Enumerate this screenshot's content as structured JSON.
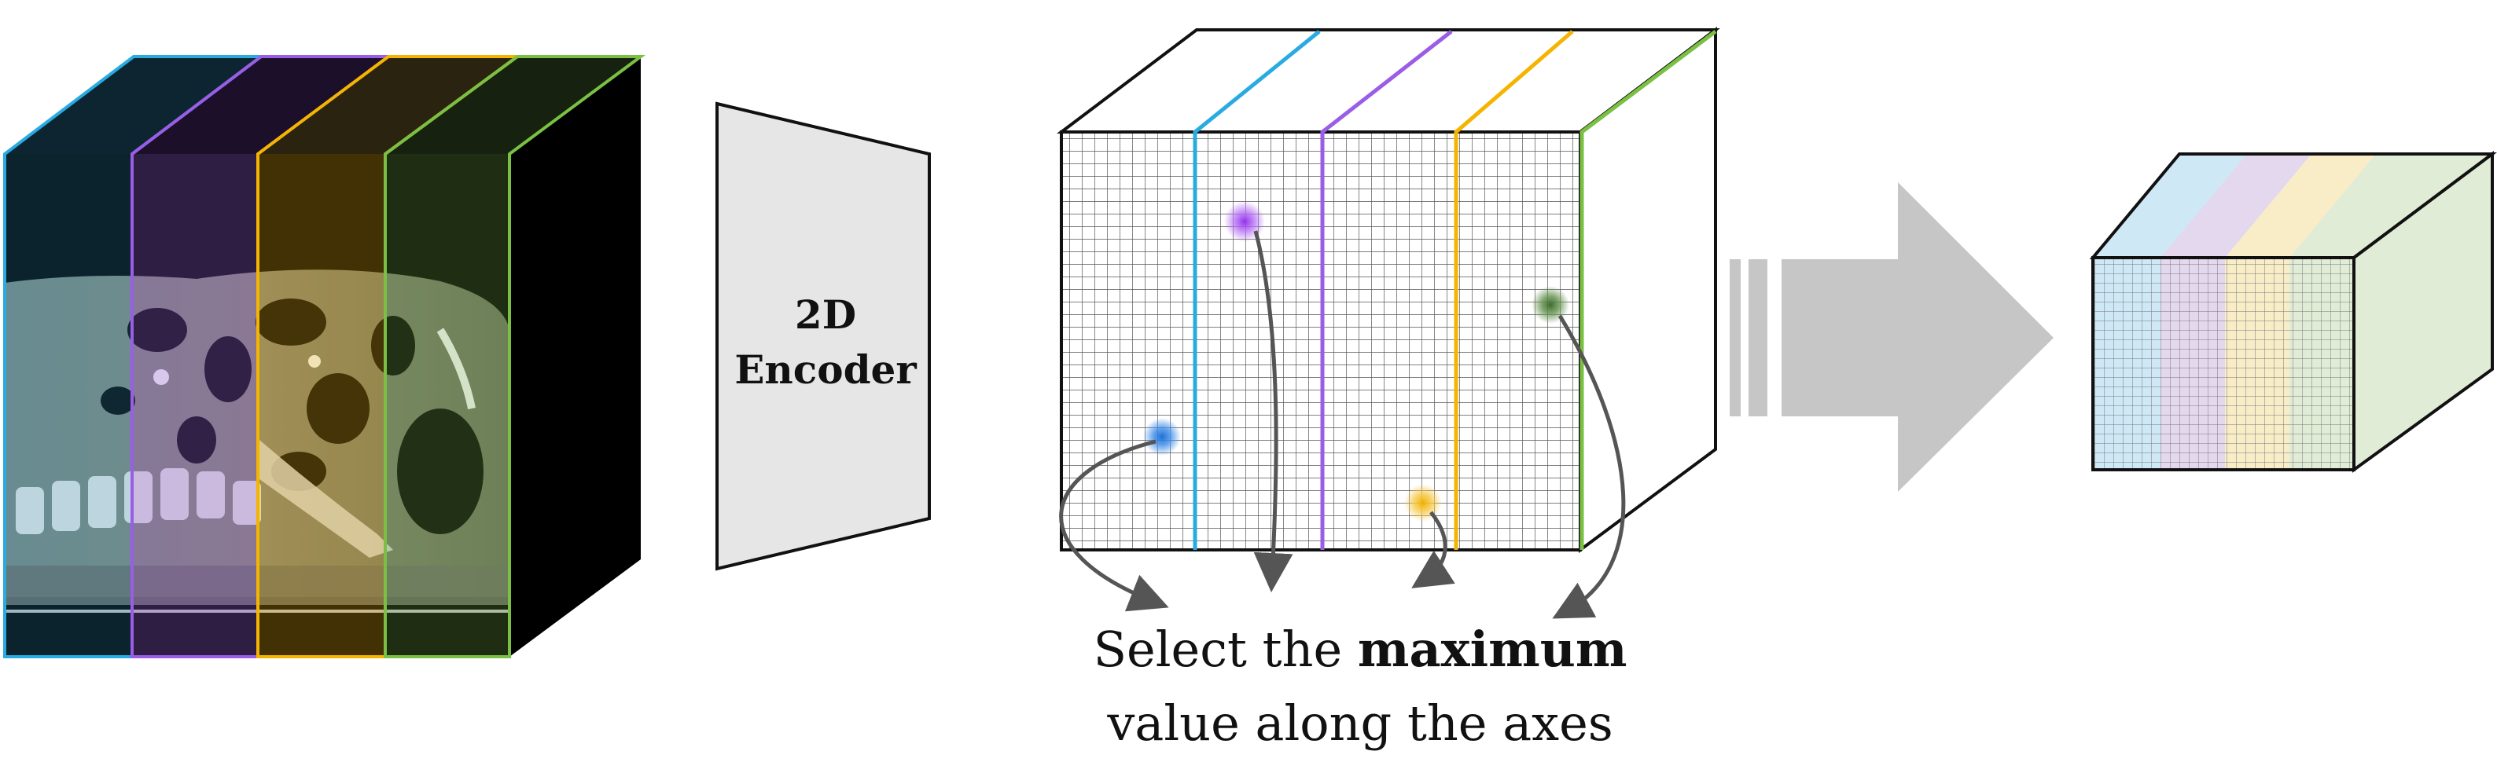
{
  "encoder": {
    "line1": "2D",
    "line2": "Encoder"
  },
  "caption": {
    "prefix": "Select the ",
    "emphasis": "maximum",
    "line2": "value along the axes"
  },
  "slice_colors": {
    "cyan": "#29abe2",
    "purple": "#9b5de5",
    "yellow": "#f4b400",
    "green": "#7ac143"
  },
  "max_points": [
    {
      "name": "blue-max-point",
      "color": "#2b7bd1"
    },
    {
      "name": "purple-max-point",
      "color": "#a855f7"
    },
    {
      "name": "yellow-max-point",
      "color": "#f2b705"
    },
    {
      "name": "green-max-point",
      "color": "#4f7f3a"
    }
  ]
}
